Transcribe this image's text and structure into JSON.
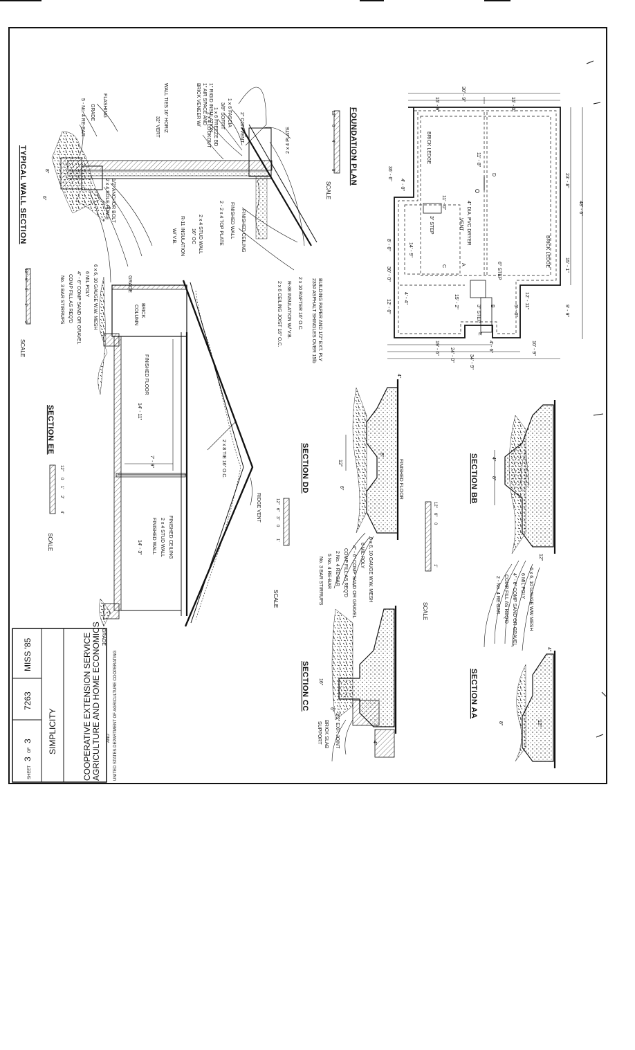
{
  "sheet": {
    "typical_wall_section": {
      "title": "TYPICAL WALL SECTION",
      "scale_label": "SCALE",
      "scale_ticks": [
        "12\"",
        "6\"",
        "0",
        "1'",
        "2'"
      ],
      "labels": {
        "two_by_four_plate": "2 x 4 PLATE",
        "con_vent": "2\" CON VENT",
        "fascia": "1 x 6 FASCIA",
        "soffit": "3/8\" SOFFIT",
        "freeze_bd": "1 x 6 FREEZE BD",
        "lookout": "2 x 4 LOOKOUT",
        "brick_veneer_1": "BRICK VENEER W/",
        "brick_veneer_2": "1\" AIR SPACE AND",
        "brick_veneer_3": "1\" RIGID INSULATION",
        "wall_ties_1": "WALL TIES 16\" HORIZ",
        "wall_ties_2": "32\" VERT",
        "flashing": "FLASHING",
        "grade": "GRADE",
        "rebar": "5 - No. 4 RE-BAR",
        "dim_8": "8\"",
        "dim_6": "6\"",
        "anchor_bolt": "1/2\" ANCHOR BOLT",
        "sole_plate": "2 x 4 SOLE PLATE",
        "finished_ceiling": "FINISHED CEILING",
        "finished_wall": "FINISHED WALL",
        "top_plate": "2 - 2 x 4 TOP PLATE",
        "stud_wall_1": "2 x 4 STUD WALL",
        "stud_wall_2": "16\" OC",
        "insulation_1": "R-11 INSULATION",
        "insulation_2": "W/ V.B.",
        "shingles_1": "235# ASPHALT SHINGLES OVER 15lb",
        "shingles_2": "BUILDING PAPER AND 1/2\" EXT. PLY",
        "rafter": "2 x 10 RAFTER 16\" O.C.",
        "r38": "R-38 INSULATION W/ V.B.",
        "ceiling_joist": "2 x 6 CEILING JOIST 16\" O.C.",
        "gauge_mesh": "6 x 6, 10 GAUGE W.W. MESH",
        "mil_poly": "6 MIL POLY",
        "sand_gravel": "4\" - 6\" COMP SAND OR GRAVEL",
        "comp_fill": "COMP FILL AS REQ'D",
        "stirrups": "No. 3 BAR STIRRUPS"
      }
    },
    "foundation_plan": {
      "title": "FOUNDATION PLAN",
      "scale_label": "SCALE",
      "scale_ticks": [
        "12\"",
        "0",
        "4'",
        "8'"
      ],
      "labels": {
        "brick_ledge_1": "BRICK LEDGE",
        "brick_ledge_2": "BRICK LEDGE",
        "step_3": "3\" STEP",
        "step_6": "6\" STEP",
        "step_3b": "3\" STEP",
        "dryer_vent_1": "4\" DIA. PVC DRYER",
        "dryer_vent_2": "VENT",
        "sec_a": "A",
        "sec_b": "B",
        "sec_c": "C",
        "sec_d": "D",
        "sec_e": "E"
      },
      "dims": {
        "top_total": "30' - 9\"",
        "top_left": "15' - 9\"",
        "top_right": "15' - 0\"",
        "right_1": "23' - 8\"",
        "right_total": "48' - 6\"",
        "right_2": "15' - 1\"",
        "right_3": "9' - 9\"",
        "d_11_8": "11' - 8\"",
        "d_11_0": "11' - 0\"",
        "d_36": "36' - 6\"",
        "d_4_0": "4' - 0\"",
        "d_8_0": "8' - 0\"",
        "d_14_9": "14' - 9\"",
        "d_30_0": "30' - 0\"",
        "d_4_4": "4' - 4\"",
        "d_15_2": "15' - 2\"",
        "d_12_0": "12' - 0\"",
        "d_12_11": "12' - 11\"",
        "d_6_0": "6' - 0\"",
        "d_4_6": "4' - 6\"",
        "d_10_9": "10' - 9\"",
        "bottom_1": "19' - 6\"",
        "bottom_2": "24' - 0\"",
        "bottom_total": "34' - 9\""
      }
    },
    "section_aa": {
      "title": "SECTION AA",
      "labels": {
        "mesh": "6 x 6, 10 GAUGE WW MESH",
        "poly": "6 MIL POLY",
        "gravel": "4\" - 6\" COMP SAND OR GRAVEL",
        "fill": "COMP FILL AS REQ'D",
        "rebar": "2 - No. 4 RE-BAR",
        "dim_4": "4\"",
        "dim_8": "8\"",
        "dim_12": "12\""
      }
    },
    "section_bb": {
      "title": "SECTION BB",
      "scale_label": "SCALE",
      "scale_ticks": [
        "12\"",
        "6\"",
        "0",
        "1'"
      ],
      "labels": {
        "dim_4": "4\"",
        "dim_8": "8\"",
        "dim_12": "12\""
      }
    },
    "section_cc": {
      "title": "SECTION CC",
      "labels": {
        "slab_support_1": "BRICK SLAB",
        "slab_support_2": "SUPPORT",
        "exp_joint": "1/2\" EXP. JOINT",
        "dim_16": "16\"",
        "dim_6": "6\"",
        "dim_4": "4\""
      }
    },
    "section_dd": {
      "title": "SECTION DD",
      "scale_label": "SCALE",
      "scale_ticks": [
        "12\"",
        "6\"",
        "3\"",
        "0",
        "1'"
      ],
      "labels": {
        "finished_floor": "FINISHED FLOOR",
        "mesh": "6 x 6, 10 GAUGE W.W. MESH",
        "poly": "6 MIL POLY",
        "gravel": "4\" - 6\" COMP SAND OR GRAVEL",
        "fill": "COMP FILL AS REQ'D",
        "rebar_2": "2 No. 4 RE-BAR",
        "rebar_5": "5 No. 4 RE-BAR",
        "stirrups": "No. 3 BAR STIRRUPS",
        "dim_12": "12\"",
        "dim_8": "8\"",
        "dim_6": "6\"",
        "dim_4": "4\""
      }
    },
    "section_ee": {
      "title": "SECTION EE",
      "scale_label": "SCALE",
      "scale_ticks": [
        "12\"",
        "0",
        "1'",
        "2'",
        "4'"
      ],
      "labels": {
        "grade_1": "GRADE",
        "grade_2": "GRADE",
        "brick_column_1": "BRICK",
        "brick_column_2": "COLUMN",
        "finished_floor": "FINISHED FLOOR",
        "tie": "2 x 8 TIE 16\" O.C.",
        "ridge_vent": "RIDGE VENT",
        "finished_ceiling": "FINISHED CEILING",
        "stud_wall": "2 x 4 STUD WALL",
        "finished_wall": "FINISHED WALL",
        "dim_14_11": "14' - 11\"",
        "dim_7_9": "7' - 9\"",
        "dim_14_3": "14' - 3\""
      }
    },
    "title_block": {
      "agency_1": "COOPERATIVE EXTENSION SERVICE",
      "agency_2": "AGRICULTURE AND HOME ECONOMICS",
      "and": "AND",
      "usda": "UNITED STATES DEPARTMENT OF AGRICULTURE COOPERATING",
      "plan_name": "SIMPLICITY",
      "code": "MISS '85",
      "plan_number": "7263",
      "sheet_word": "SHEET",
      "sheet_no": "3",
      "of_word": "OF",
      "sheet_total": "3"
    }
  }
}
